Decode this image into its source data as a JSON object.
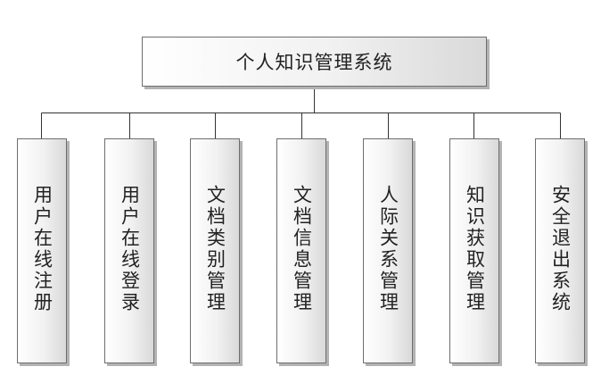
{
  "diagram": {
    "root": {
      "label": "个人知识管理系统"
    },
    "modules": [
      {
        "label": "用户在线注册"
      },
      {
        "label": "用户在线登录"
      },
      {
        "label": "文档类别管理"
      },
      {
        "label": "文档信息管理"
      },
      {
        "label": "人际关系管理"
      },
      {
        "label": "知识获取管理"
      },
      {
        "label": "安全退出系统"
      }
    ]
  }
}
